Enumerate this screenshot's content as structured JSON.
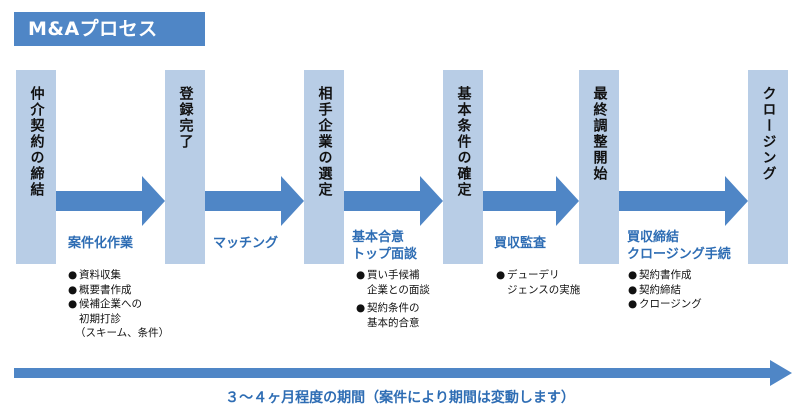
{
  "title": "M&Aプロセス",
  "stages": [
    {
      "id": "s1",
      "label": "仲介契約の締結"
    },
    {
      "id": "s2",
      "label": "登録完了"
    },
    {
      "id": "s3",
      "label": "相手企業の選定"
    },
    {
      "id": "s4",
      "label": "基本条件の確定"
    },
    {
      "id": "s5",
      "label": "最終調整開始"
    },
    {
      "id": "s6",
      "label": "クロージング"
    }
  ],
  "steps": [
    {
      "id": "a1",
      "label_lines": [
        "案件化作業"
      ],
      "bullets": [
        [
          "資料収集"
        ],
        [
          "概要書作成"
        ],
        [
          "候補企業への",
          "初期打診",
          "（スキーム、条件）"
        ]
      ]
    },
    {
      "id": "a2",
      "label_lines": [
        "マッチング"
      ],
      "bullets": []
    },
    {
      "id": "a3",
      "label_lines": [
        "基本合意",
        "トップ面談"
      ],
      "bullets": [
        [
          "買い手候補",
          "企業との面談"
        ],
        [
          "契約条件の",
          "基本的合意"
        ]
      ]
    },
    {
      "id": "a4",
      "label_lines": [
        "買収監査"
      ],
      "bullets": [
        [
          "デューデリ",
          "ジェンスの実施"
        ]
      ]
    },
    {
      "id": "a5",
      "label_lines": [
        "買収締結",
        "クロージング手続"
      ],
      "bullets": [
        [
          "契約書作成"
        ],
        [
          "契約締結"
        ],
        [
          "クロージング"
        ]
      ]
    }
  ],
  "bullet_marker": "●",
  "timeline_label": "３～４ヶ月程度の期間（案件により期間は変動します）",
  "colors": {
    "accent": "#4f86c6",
    "stage_fill": "#b8cde6",
    "label_text": "#2e6db4"
  }
}
